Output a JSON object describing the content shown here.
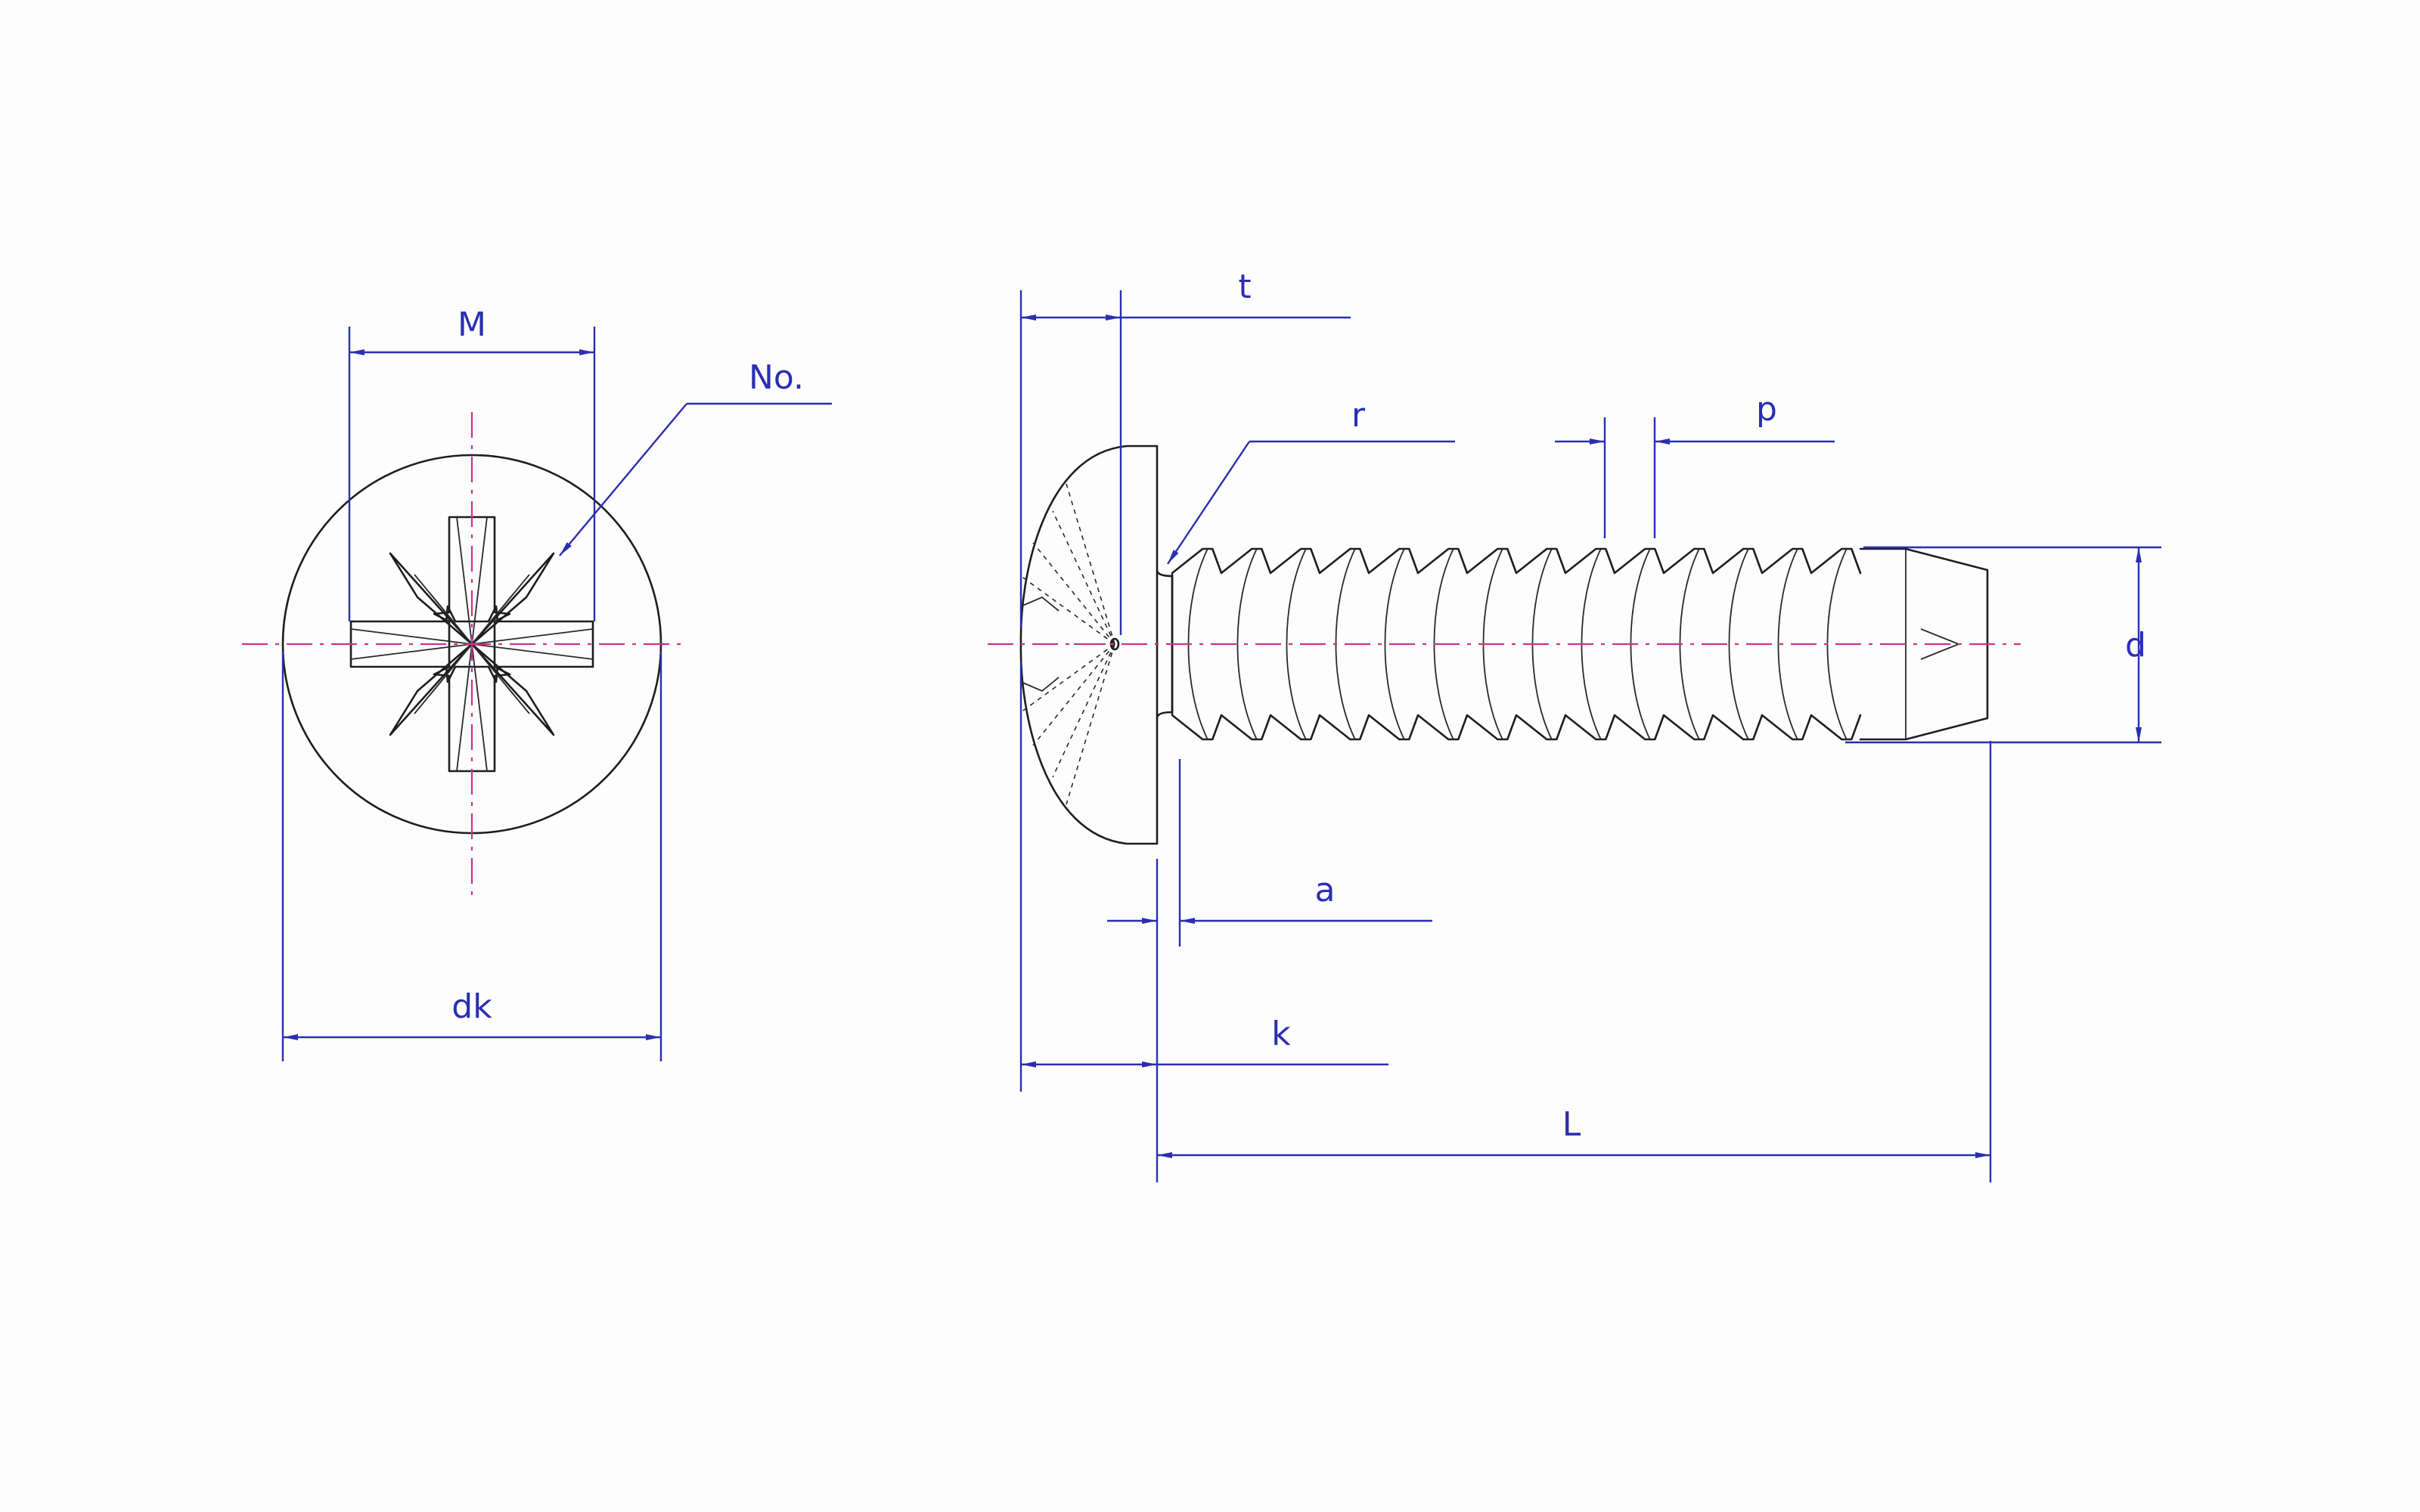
{
  "labels": {
    "M": "M",
    "No": "No.",
    "dk": "dk",
    "t": "t",
    "r": "r",
    "p": "p",
    "d": "d",
    "a": "a",
    "k": "k",
    "L": "L"
  },
  "colors": {
    "dimension": "#2a2fb0",
    "centerline": "#d0308a",
    "object": "#1e1e1e",
    "background": "#fdfdfd"
  }
}
